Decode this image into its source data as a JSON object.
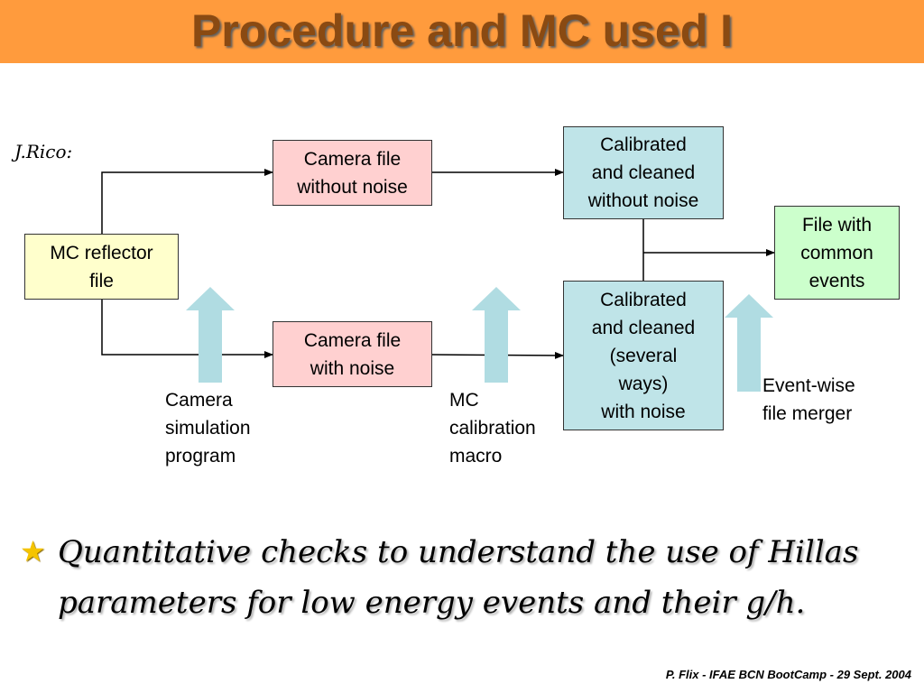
{
  "slide": {
    "title": "Procedure and MC used I",
    "author": "J.Rico:",
    "footer": "P. Flix - IFAE BCN BootCamp -  29 Sept. 2004"
  },
  "diagram": {
    "boxes": {
      "mc_reflector": "MC reflector\nfile",
      "camera_no_noise": "Camera file\nwithout noise",
      "camera_noise": "Camera file\nwith noise",
      "cal_no_noise": "Calibrated\nand cleaned\nwithout noise",
      "cal_noise": "Calibrated\nand cleaned\n(several\nways)\nwith noise",
      "common_events": "File with\ncommon\nevents"
    },
    "captions": {
      "camera_sim": "Camera\nsimulation\nprogram",
      "mc_calibration": "MC\ncalibration\nmacro",
      "merger": "Event-wise\nfile merger"
    },
    "colors": {
      "reflector": "#ffffcc",
      "camera": "#ffd0d0",
      "calibrated": "#bfe4e8",
      "common": "#ccffcc",
      "process_arrow": "#b0dce2"
    }
  },
  "bullet": {
    "icon": "star-icon",
    "text": "Quantitative checks to understand the use of Hillas parameters for low energy events and their g/h."
  }
}
